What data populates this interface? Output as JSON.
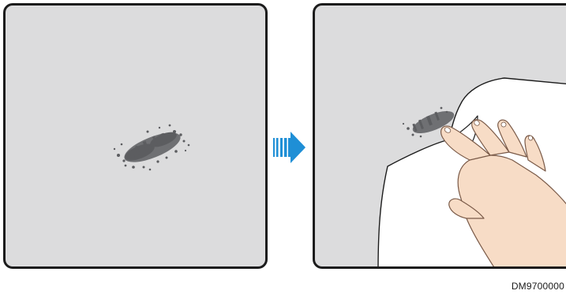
{
  "figure": {
    "document_id": "DM9700000",
    "colors": {
      "panel_fill": "#dcdcdd",
      "panel_border": "#1c1c1c",
      "stain": "#5c5d60",
      "arrow": "#1f8fd6",
      "cloth": "#ffffff",
      "hand_skin": "#f7dcc6",
      "hand_outline": "#7a5a48"
    },
    "steps": [
      {
        "name": "stained-surface",
        "icon": "stain-icon"
      },
      {
        "name": "wipe-with-cloth",
        "icon": "hand-wiping-icon"
      }
    ],
    "connector_icon": "arrow-right-icon"
  }
}
